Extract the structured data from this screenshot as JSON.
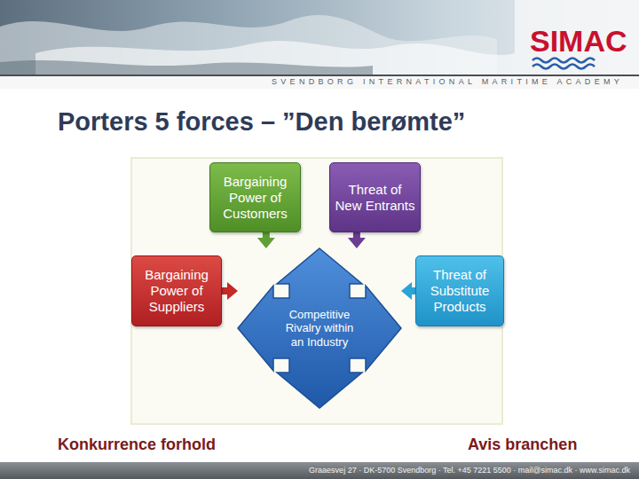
{
  "diagram": {
    "title": "Porters 5 forces – ”Den berømte”",
    "nodes": [
      {
        "text": [
          "Bargaining Power of Customers"
        ]
      },
      {
        "text": [
          "Threat of New Entrants"
        ]
      },
      {
        "text": [
          "Bargaining Power of Suppliers"
        ]
      },
      {
        "text": [
          "Competitive Rivalry within an Industry"
        ]
      },
      {
        "text": [
          "Threat of Substitute Products"
        ]
      }
    ],
    "edges": [
      {
        "from": 0,
        "to": 3,
        "arrow": "to"
      },
      {
        "from": 1,
        "to": 3,
        "arrow": "to"
      },
      {
        "from": 2,
        "to": 3,
        "arrow": "to"
      },
      {
        "from": 4,
        "to": 3,
        "arrow": "to"
      }
    ],
    "labels": [
      "SIMAC",
      "SVENDBORG INTERNATIONAL MARITIME ACADEMY",
      "Konkurrence forhold",
      "Avis branchen",
      "Graaesvej 27 · DK-5700 Svendborg · Tel. +45 7221 5500 · mail@simac.dk · www.simac.dk"
    ]
  }
}
